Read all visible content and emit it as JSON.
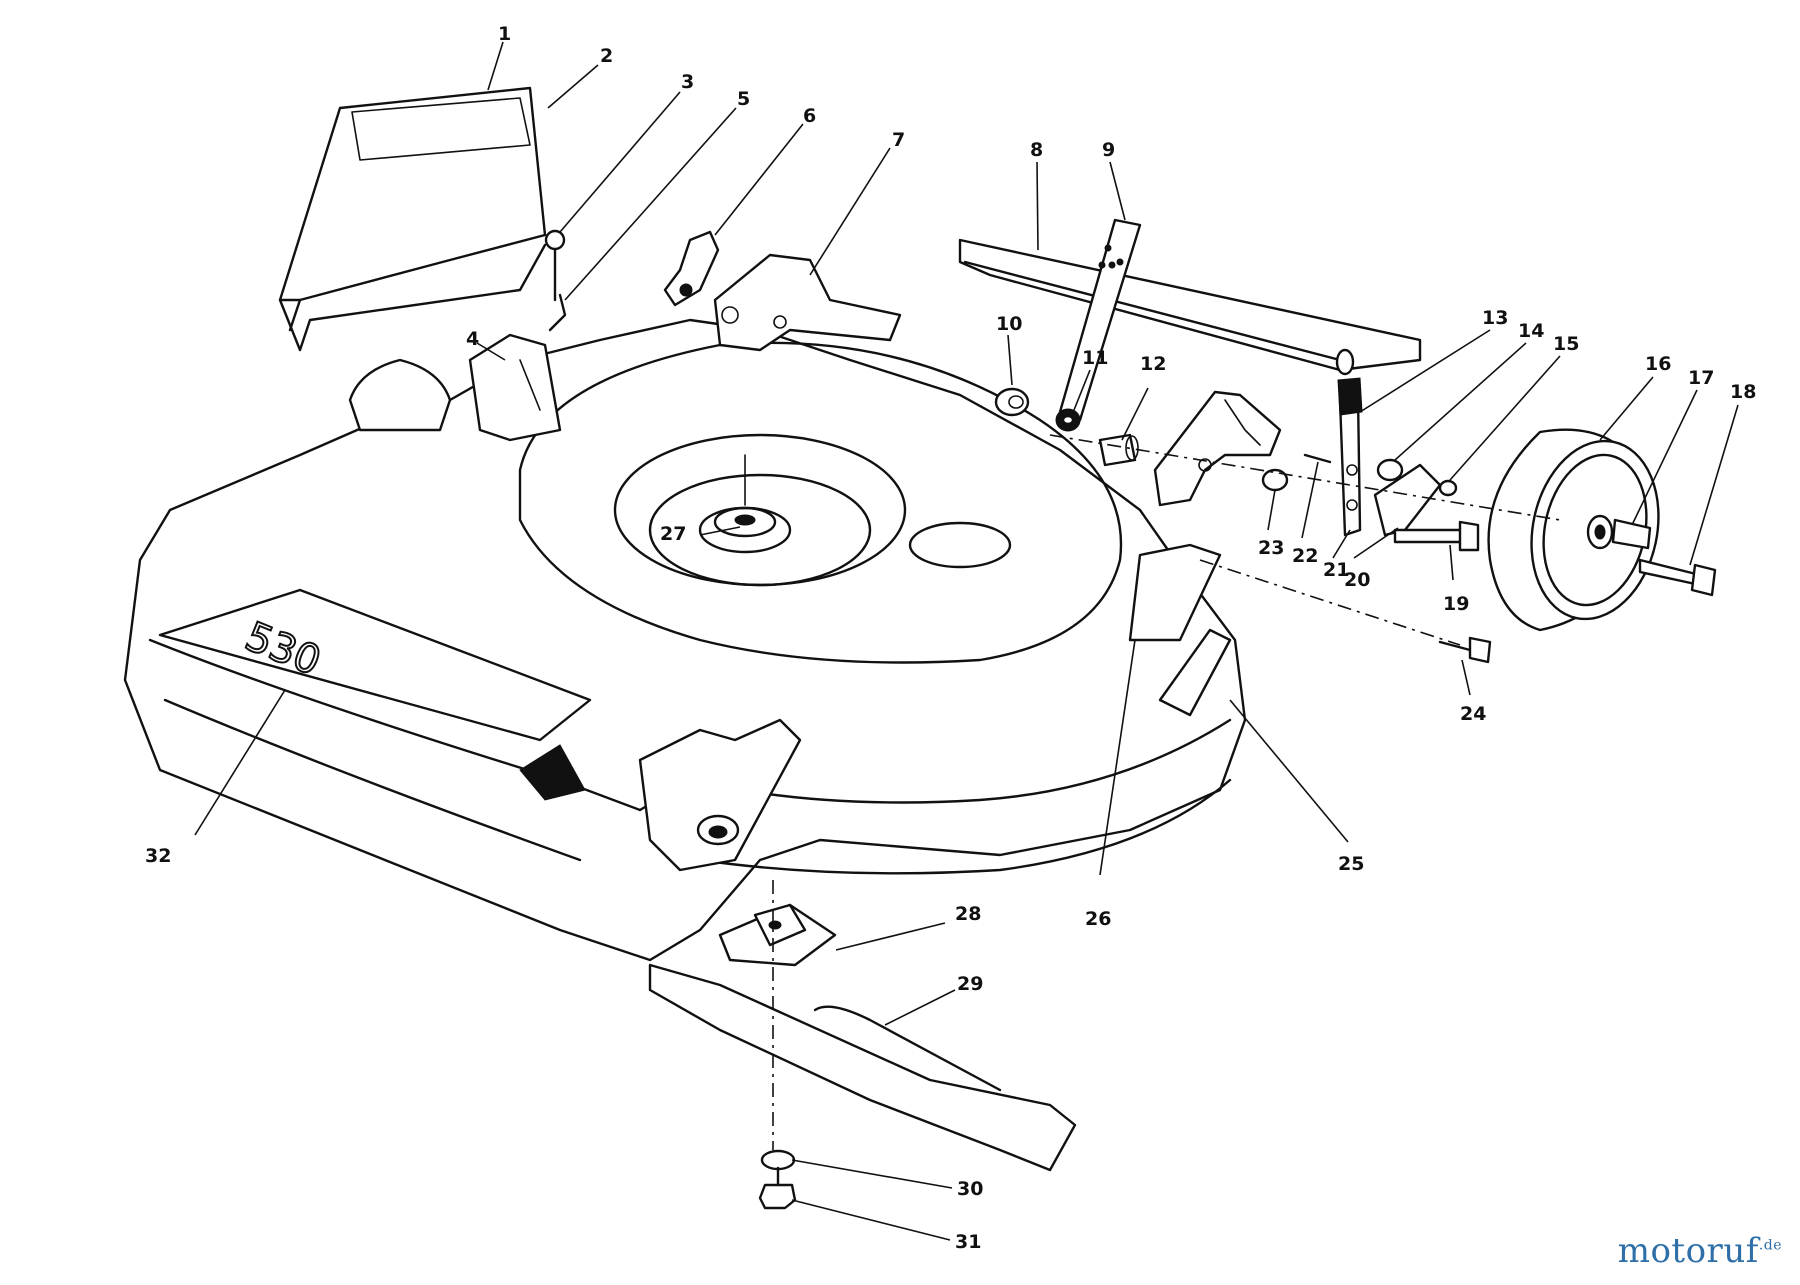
{
  "diagram": {
    "deck_model": "530",
    "callouts": [
      "1",
      "2",
      "3",
      "4",
      "5",
      "6",
      "7",
      "8",
      "9",
      "10",
      "11",
      "12",
      "13",
      "14",
      "15",
      "16",
      "17",
      "18",
      "19",
      "20",
      "21",
      "22",
      "23",
      "24",
      "25",
      "26",
      "27",
      "28",
      "29",
      "30",
      "31",
      "32"
    ]
  },
  "watermark": {
    "name": "motoruf",
    "suffix": ".de"
  }
}
